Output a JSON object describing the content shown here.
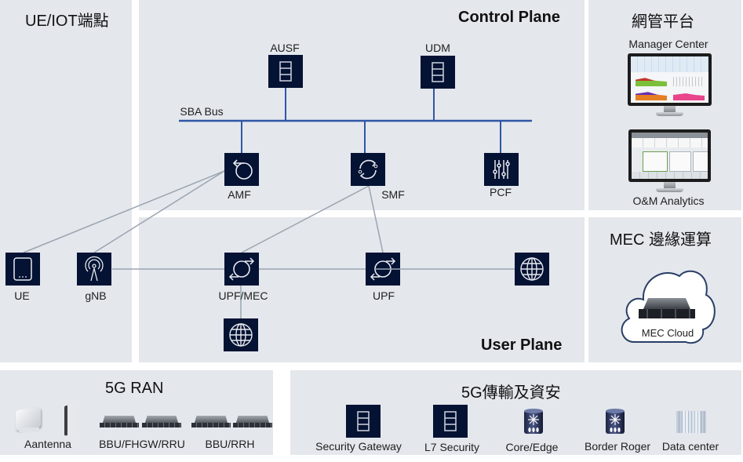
{
  "panels": {
    "ue_iot": {
      "title": "UE/IOT端點"
    },
    "control_plane": {
      "title": "Control Plane"
    },
    "user_plane": {
      "title": "User Plane"
    },
    "nms": {
      "title": "網管平台"
    },
    "mec": {
      "title": "MEC 邊緣運算"
    },
    "ran": {
      "title": "5G RAN"
    },
    "transport": {
      "title": "5G傳輸及資安"
    }
  },
  "control_plane": {
    "bus_label": "SBA Bus",
    "nodes": [
      {
        "id": "ausf",
        "label": "AUSF",
        "icon": "database-icon"
      },
      {
        "id": "udm",
        "label": "UDM",
        "icon": "database-icon"
      },
      {
        "id": "amf",
        "label": "AMF",
        "icon": "return-loop-icon"
      },
      {
        "id": "smf",
        "label": "SMF",
        "icon": "cycle-arrows-icon"
      },
      {
        "id": "pcf",
        "label": "PCF",
        "icon": "sliders-icon"
      }
    ]
  },
  "ue_iot": {
    "nodes": [
      {
        "id": "ue",
        "label": "UE",
        "icon": "tablet-icon"
      },
      {
        "id": "gnb",
        "label": "gNB",
        "icon": "antenna-tower-icon"
      }
    ]
  },
  "user_plane": {
    "nodes": [
      {
        "id": "upf_mec",
        "label": "UPF/MEC",
        "icon": "exchange-loop-icon"
      },
      {
        "id": "upf",
        "label": "UPF",
        "icon": "exchange-loop-icon"
      },
      {
        "id": "internet_local",
        "label": "",
        "icon": "globe-icon"
      },
      {
        "id": "internet",
        "label": "",
        "icon": "globe-icon"
      }
    ]
  },
  "nms": {
    "items": [
      {
        "label": "Manager Center",
        "icon": "monitor-dashboard-icon"
      },
      {
        "label": "O&M Analytics",
        "icon": "monitor-analytics-icon"
      }
    ]
  },
  "mec": {
    "cloud_label": "MEC Cloud"
  },
  "ran": {
    "items": [
      {
        "label": "Aantenna"
      },
      {
        "label": "BBU/FHGW/RRU"
      },
      {
        "label": "BBU/RRH"
      }
    ]
  },
  "transport": {
    "items": [
      {
        "label": "Security Gateway",
        "icon": "database-icon"
      },
      {
        "label": "L7 Security",
        "icon": "database-icon"
      },
      {
        "label": "Core/Edge",
        "icon": "router-drum-icon"
      },
      {
        "label": "Border Roger",
        "icon": "router-drum-icon"
      },
      {
        "label": "Data center",
        "icon": "datacenter-icon"
      }
    ]
  },
  "colors": {
    "panel_bg": "#e4e7ec",
    "node_bg": "#041233",
    "bus_line": "#2f57a5",
    "link_line": "#9aa5b1"
  }
}
